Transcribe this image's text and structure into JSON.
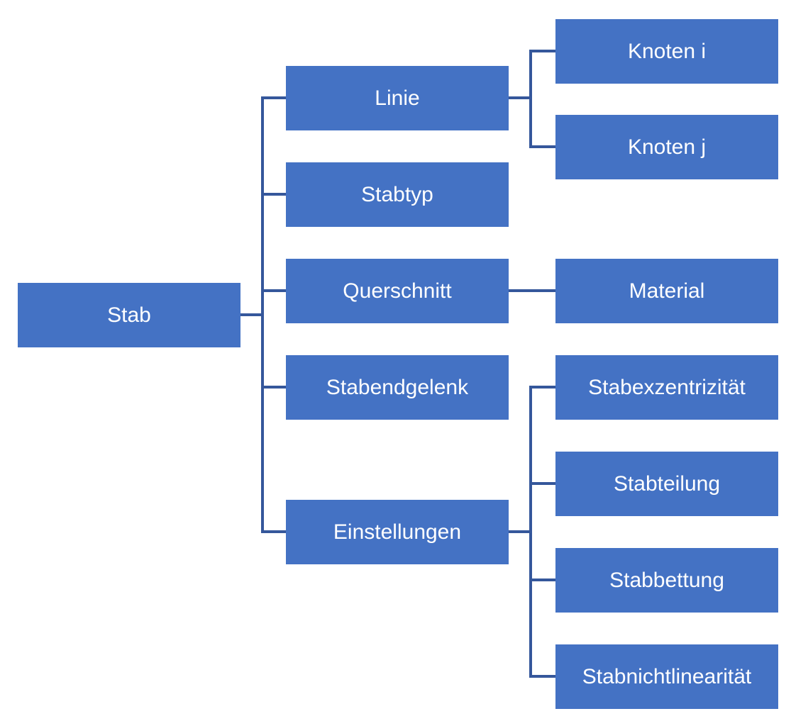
{
  "diagram": {
    "type": "hierarchy",
    "colors": {
      "node_fill": "#4472C4",
      "node_text": "#FFFFFF",
      "connector": "#35579B",
      "background": "#FFFFFF"
    },
    "nodes": {
      "stab": {
        "label": "Stab"
      },
      "linie": {
        "label": "Linie"
      },
      "stabtyp": {
        "label": "Stabtyp"
      },
      "querschnitt": {
        "label": "Querschnitt"
      },
      "stabendgelenk": {
        "label": "Stabendgelenk"
      },
      "einstellungen": {
        "label": "Einstellungen"
      },
      "knoten_i": {
        "label": "Knoten i"
      },
      "knoten_j": {
        "label": "Knoten j"
      },
      "material": {
        "label": "Material"
      },
      "stabexzentrizitaet": {
        "label": "Stabexzentrizität"
      },
      "stabteilung": {
        "label": "Stabteilung"
      },
      "stabbettung": {
        "label": "Stabbettung"
      },
      "stabnichtlinearitaet": {
        "label": "Stabnichtlinearität"
      }
    },
    "edges": [
      {
        "from": "Stab",
        "to": "Linie"
      },
      {
        "from": "Stab",
        "to": "Stabtyp"
      },
      {
        "from": "Stab",
        "to": "Querschnitt"
      },
      {
        "from": "Stab",
        "to": "Stabendgelenk"
      },
      {
        "from": "Stab",
        "to": "Einstellungen"
      },
      {
        "from": "Linie",
        "to": "Knoten i"
      },
      {
        "from": "Linie",
        "to": "Knoten j"
      },
      {
        "from": "Querschnitt",
        "to": "Material"
      },
      {
        "from": "Einstellungen",
        "to": "Stabexzentrizität"
      },
      {
        "from": "Einstellungen",
        "to": "Stabteilung"
      },
      {
        "from": "Einstellungen",
        "to": "Stabbettung"
      },
      {
        "from": "Einstellungen",
        "to": "Stabnichtlinearität"
      }
    ]
  }
}
